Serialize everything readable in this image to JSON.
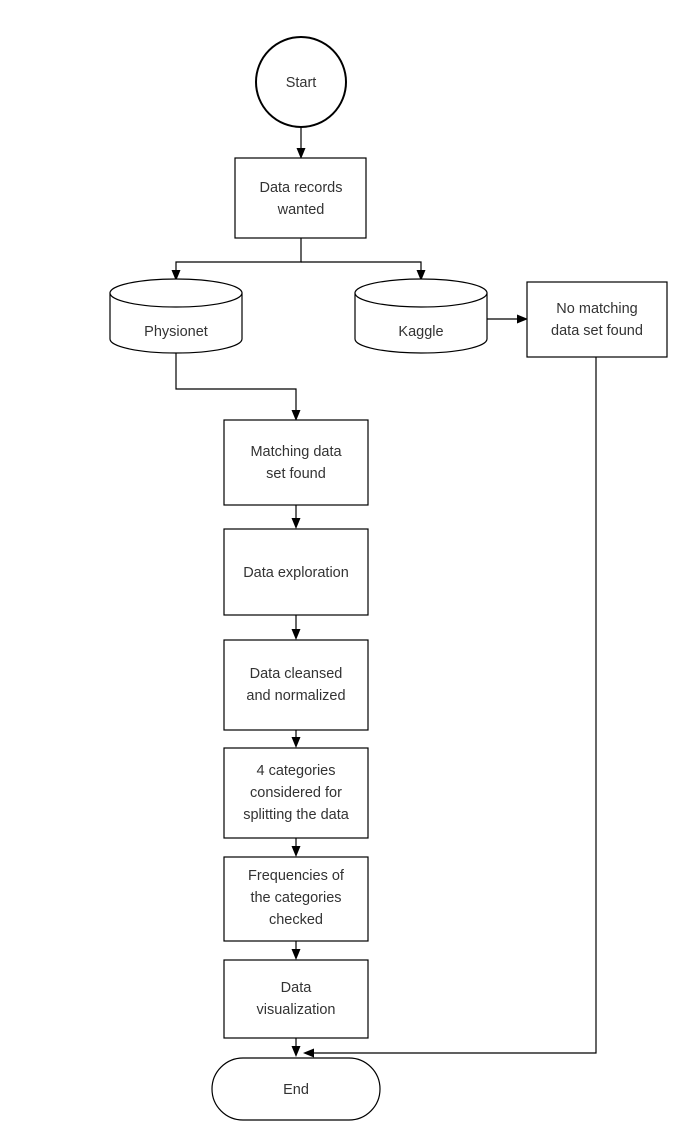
{
  "diagram": {
    "title": "Data sourcing and preparation flowchart",
    "type": "flowchart",
    "orientation": "top-to-bottom",
    "colors": {
      "background": "#ffffff",
      "stroke": "#000000",
      "text": "#333333",
      "fill": "#ffffff"
    },
    "nodes": [
      {
        "id": "start",
        "label": "Start",
        "shape": "circle"
      },
      {
        "id": "wanted",
        "label": "Data records\nwanted",
        "shape": "rectangle"
      },
      {
        "id": "physionet",
        "label": "Physionet",
        "shape": "cylinder"
      },
      {
        "id": "kaggle",
        "label": "Kaggle",
        "shape": "cylinder"
      },
      {
        "id": "nomatch",
        "label": "No matching\ndata set found",
        "shape": "rectangle"
      },
      {
        "id": "matching",
        "label": "Matching data\nset found",
        "shape": "rectangle"
      },
      {
        "id": "exploration",
        "label": "Data exploration",
        "shape": "rectangle"
      },
      {
        "id": "cleansed",
        "label": "Data cleansed\nand normalized",
        "shape": "rectangle"
      },
      {
        "id": "categories",
        "label": "4 categories\nconsidered for\nsplitting the data",
        "shape": "rectangle"
      },
      {
        "id": "frequencies",
        "label": "Frequencies of\nthe categories\nchecked",
        "shape": "rectangle"
      },
      {
        "id": "visualization",
        "label": "Data\nvisualization",
        "shape": "rectangle"
      },
      {
        "id": "end",
        "label": "End",
        "shape": "stadium"
      }
    ],
    "edges": [
      {
        "from": "start",
        "to": "wanted",
        "style": "straight"
      },
      {
        "from": "wanted",
        "to": "physionet",
        "style": "split-left"
      },
      {
        "from": "wanted",
        "to": "kaggle",
        "style": "split-right"
      },
      {
        "from": "kaggle",
        "to": "nomatch",
        "style": "horizontal"
      },
      {
        "from": "physionet",
        "to": "matching",
        "style": "elbow"
      },
      {
        "from": "matching",
        "to": "exploration",
        "style": "straight"
      },
      {
        "from": "exploration",
        "to": "cleansed",
        "style": "straight"
      },
      {
        "from": "cleansed",
        "to": "categories",
        "style": "straight"
      },
      {
        "from": "categories",
        "to": "frequencies",
        "style": "straight"
      },
      {
        "from": "frequencies",
        "to": "visualization",
        "style": "straight"
      },
      {
        "from": "visualization",
        "to": "end",
        "style": "straight"
      },
      {
        "from": "nomatch",
        "to": "end",
        "style": "elbow-right-return"
      }
    ]
  },
  "labels": {
    "start": "Start",
    "wanted_line1": "Data records",
    "wanted_line2": "wanted",
    "physionet": "Physionet",
    "kaggle": "Kaggle",
    "nomatch_line1": "No matching",
    "nomatch_line2": "data set found",
    "matching_line1": "Matching data",
    "matching_line2": "set found",
    "exploration": "Data exploration",
    "cleansed_line1": "Data cleansed",
    "cleansed_line2": "and normalized",
    "categories_line1": "4 categories",
    "categories_line2": "considered for",
    "categories_line3": "splitting the data",
    "frequencies_line1": "Frequencies of",
    "frequencies_line2": "the categories",
    "frequencies_line3": "checked",
    "visualization_line1": "Data",
    "visualization_line2": "visualization",
    "end": "End"
  }
}
